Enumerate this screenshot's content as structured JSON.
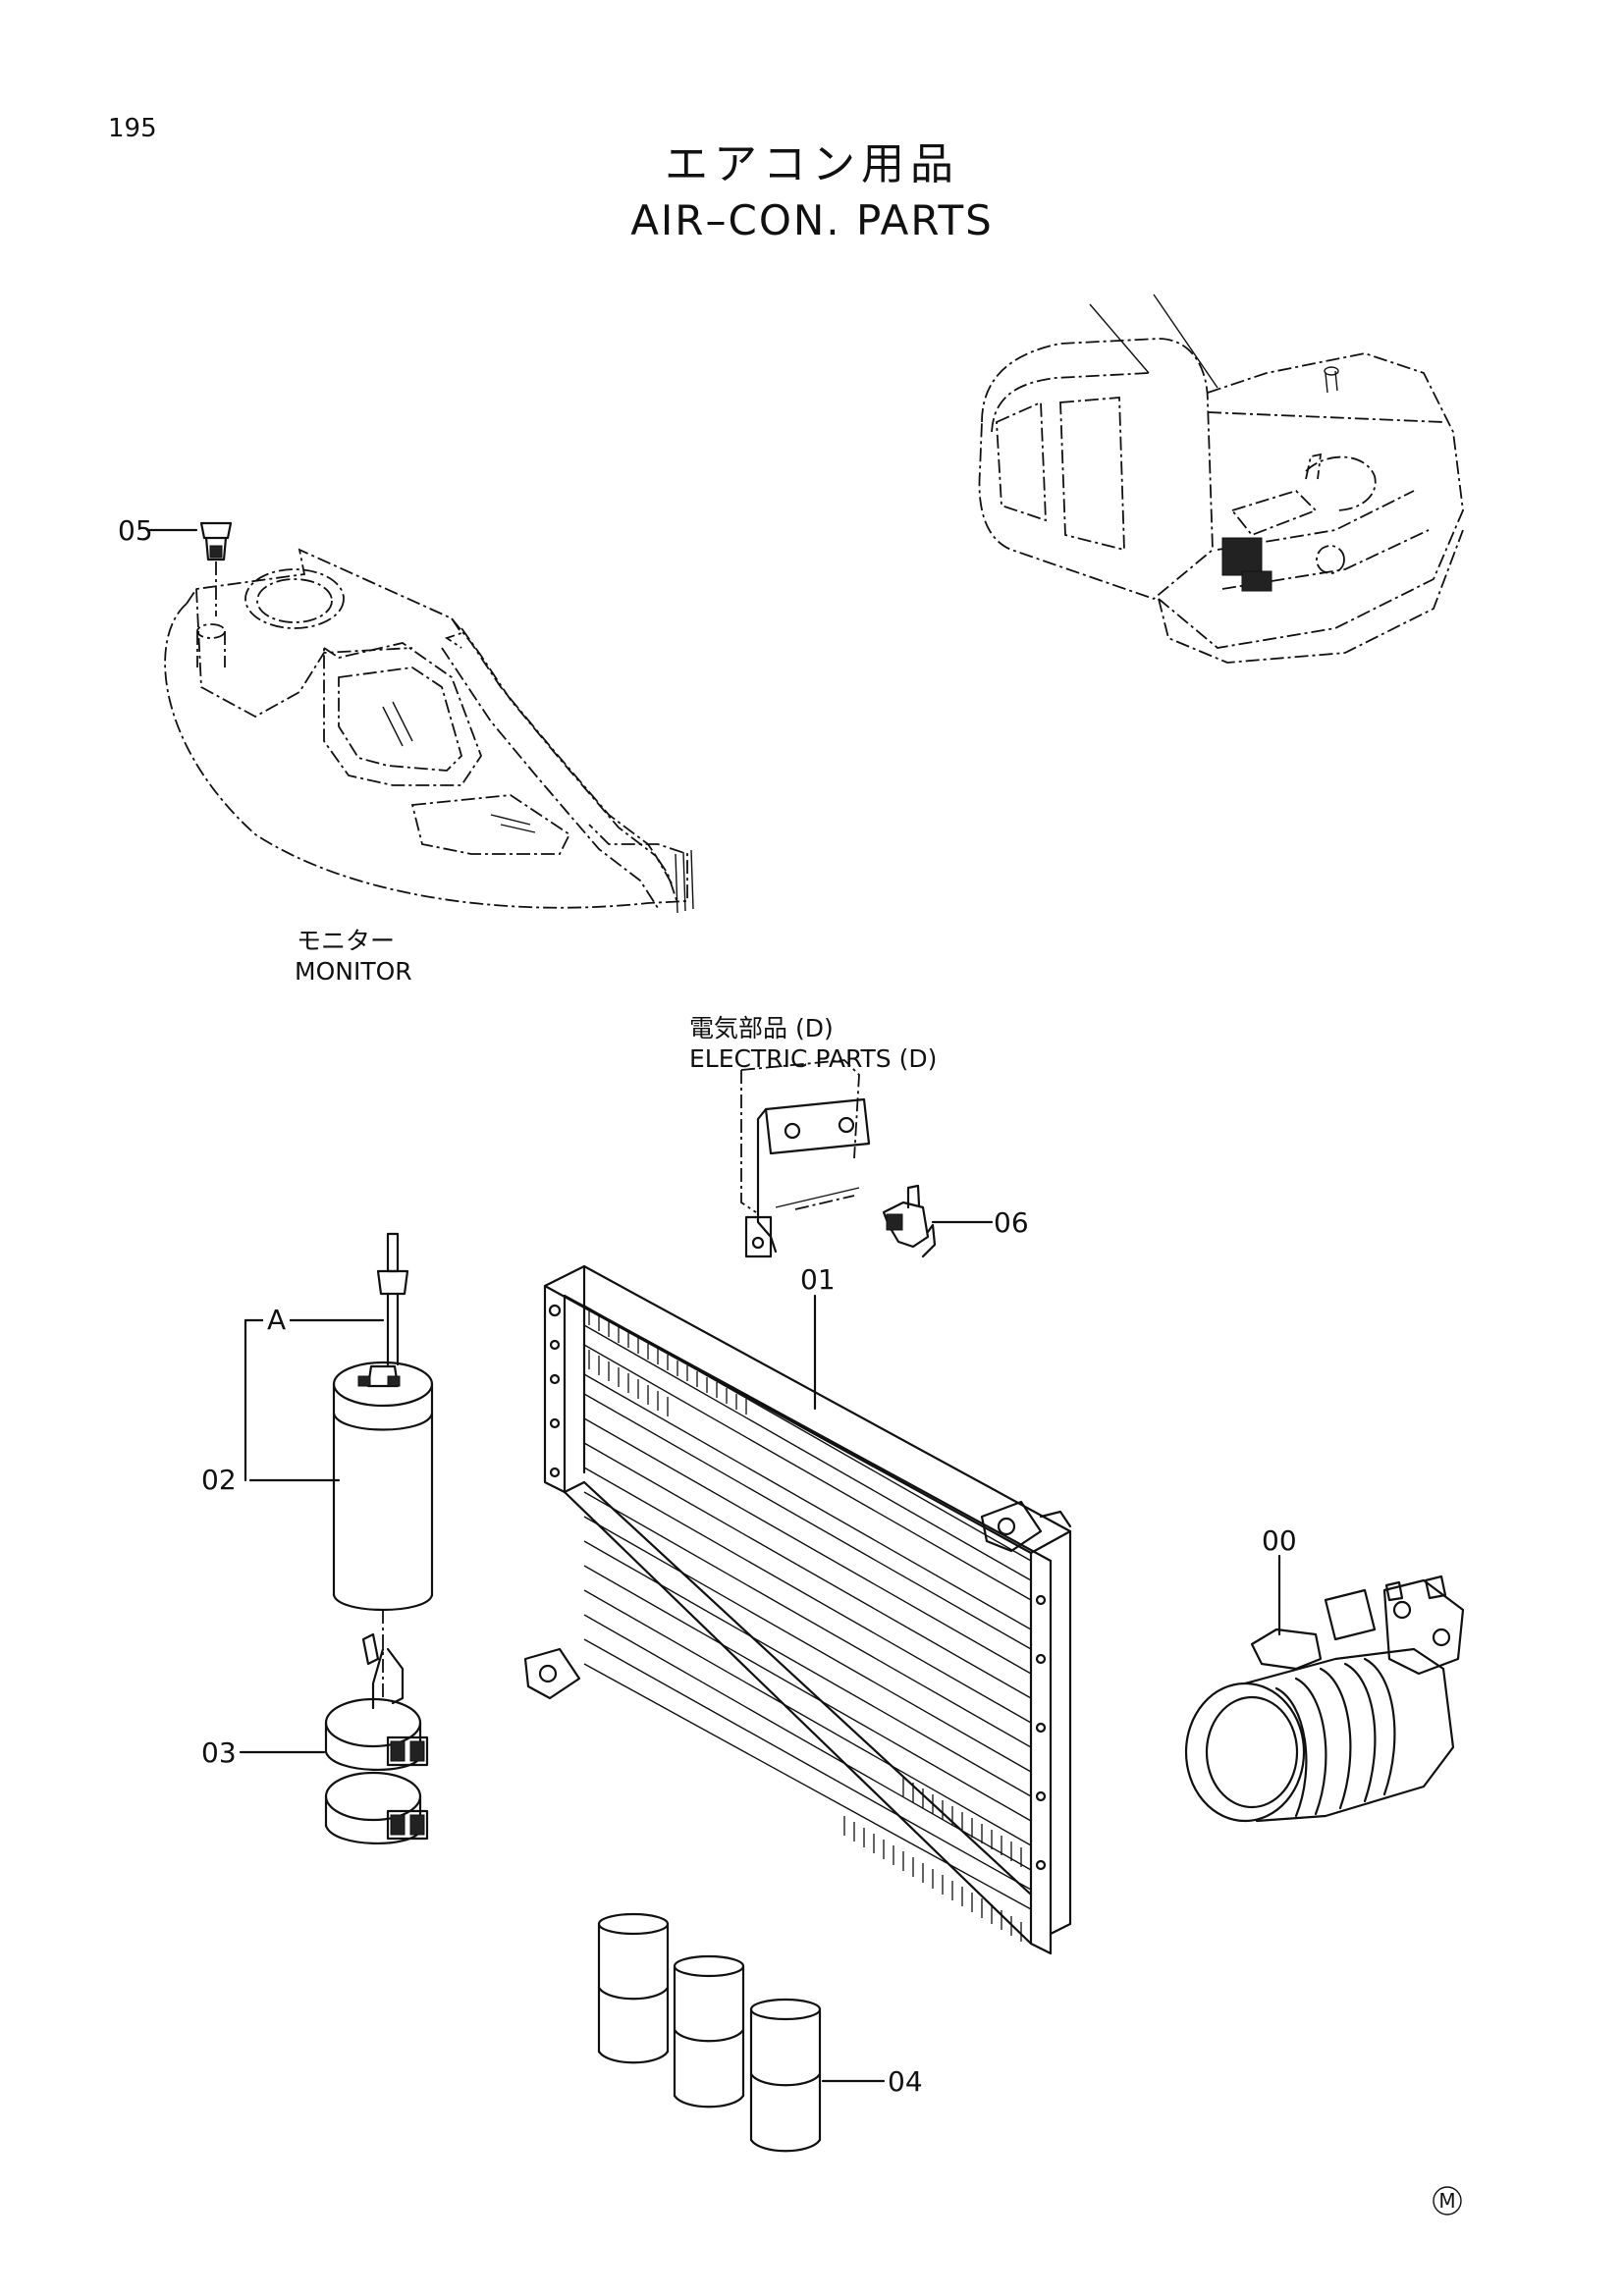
{
  "page": {
    "number": "195",
    "title_jp": "エアコン用品",
    "title_en": "AIR–CON. PARTS",
    "mark": "M"
  },
  "callouts": [
    {
      "id": "05",
      "label": "05"
    },
    {
      "id": "06",
      "label": "06"
    },
    {
      "id": "01",
      "label": "01"
    },
    {
      "id": "A",
      "label": "A"
    },
    {
      "id": "02",
      "label": "02"
    },
    {
      "id": "00",
      "label": "00"
    },
    {
      "id": "03",
      "label": "03"
    },
    {
      "id": "04",
      "label": "04"
    }
  ],
  "captions": {
    "monitor_jp": "モニター",
    "monitor_en": "MONITOR",
    "electric_jp": "電気部品 (D)",
    "electric_en": "ELECTRIC PARTS (D)"
  }
}
